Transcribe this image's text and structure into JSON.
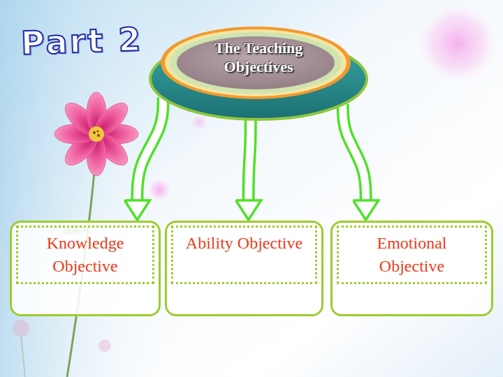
{
  "diagram": {
    "nodes": [
      {
        "text": [
          "The Teaching Objectives"
        ]
      },
      {
        "text": [
          "Knowledge Objective"
        ]
      },
      {
        "text": [
          "Ability Objective"
        ]
      },
      {
        "text": [
          "Emotional Objective"
        ]
      }
    ],
    "edges": [
      {
        "from": 0,
        "to": 1,
        "arrow": "to"
      },
      {
        "from": 0,
        "to": 2,
        "arrow": "to"
      },
      {
        "from": 0,
        "to": 3,
        "arrow": "to"
      }
    ],
    "labels": [
      "Part 2"
    ]
  }
}
